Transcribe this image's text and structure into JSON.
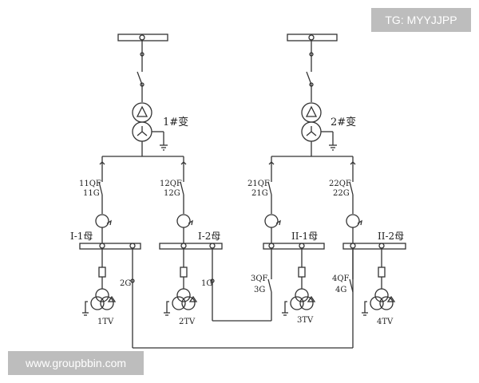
{
  "watermarks": {
    "top": "TG: MYYJJPP",
    "bottom": "www.groupbbin.com"
  },
  "transformers": {
    "t1": "1#变",
    "t2": "2#变"
  },
  "breakers": {
    "b11": [
      "11QF",
      "11G"
    ],
    "b12": [
      "12QF",
      "12G"
    ],
    "b21": [
      "21QF",
      "21G"
    ],
    "b22": [
      "22QF",
      "22G"
    ]
  },
  "buses": {
    "i1": "I-1母",
    "i2": "I-2母",
    "ii1": "II-1母",
    "ii2": "II-2母"
  },
  "ties": {
    "g2": "2G",
    "g1": "1G",
    "qf3": [
      "3QF",
      "3G"
    ],
    "qf4": [
      "4QF",
      "4G"
    ]
  },
  "vts": {
    "tv1": "1TV",
    "tv2": "2TV",
    "tv3": "3TV",
    "tv4": "4TV"
  }
}
